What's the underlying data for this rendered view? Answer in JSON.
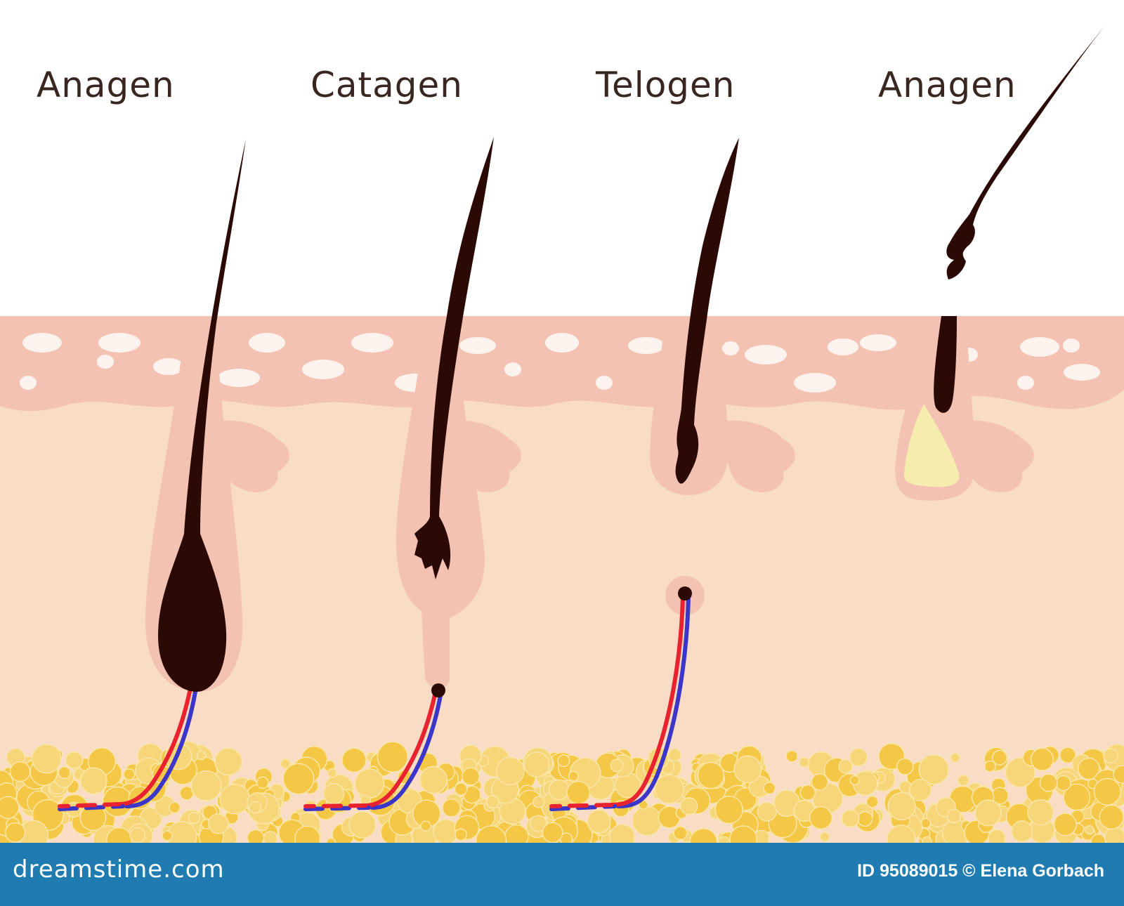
{
  "stages": [
    {
      "label": "Anagen"
    },
    {
      "label": "Catagen"
    },
    {
      "label": "Telogen"
    },
    {
      "label": "Anagen"
    }
  ],
  "footer": {
    "site": "dreamstime.com",
    "credit": "ID 95089015 © Elena Gorbach"
  },
  "colors": {
    "background": "#ffffff",
    "epidermis": "#f3c2b2",
    "dermis": "#f9dcc6",
    "follicle": "#f3c2b2",
    "hair": "#2b0a06",
    "fat": "#f4c846",
    "artery": "#e8232f",
    "vein": "#3b36c9",
    "sebum": "#f6ecae",
    "footer": "#1f7bb0"
  }
}
